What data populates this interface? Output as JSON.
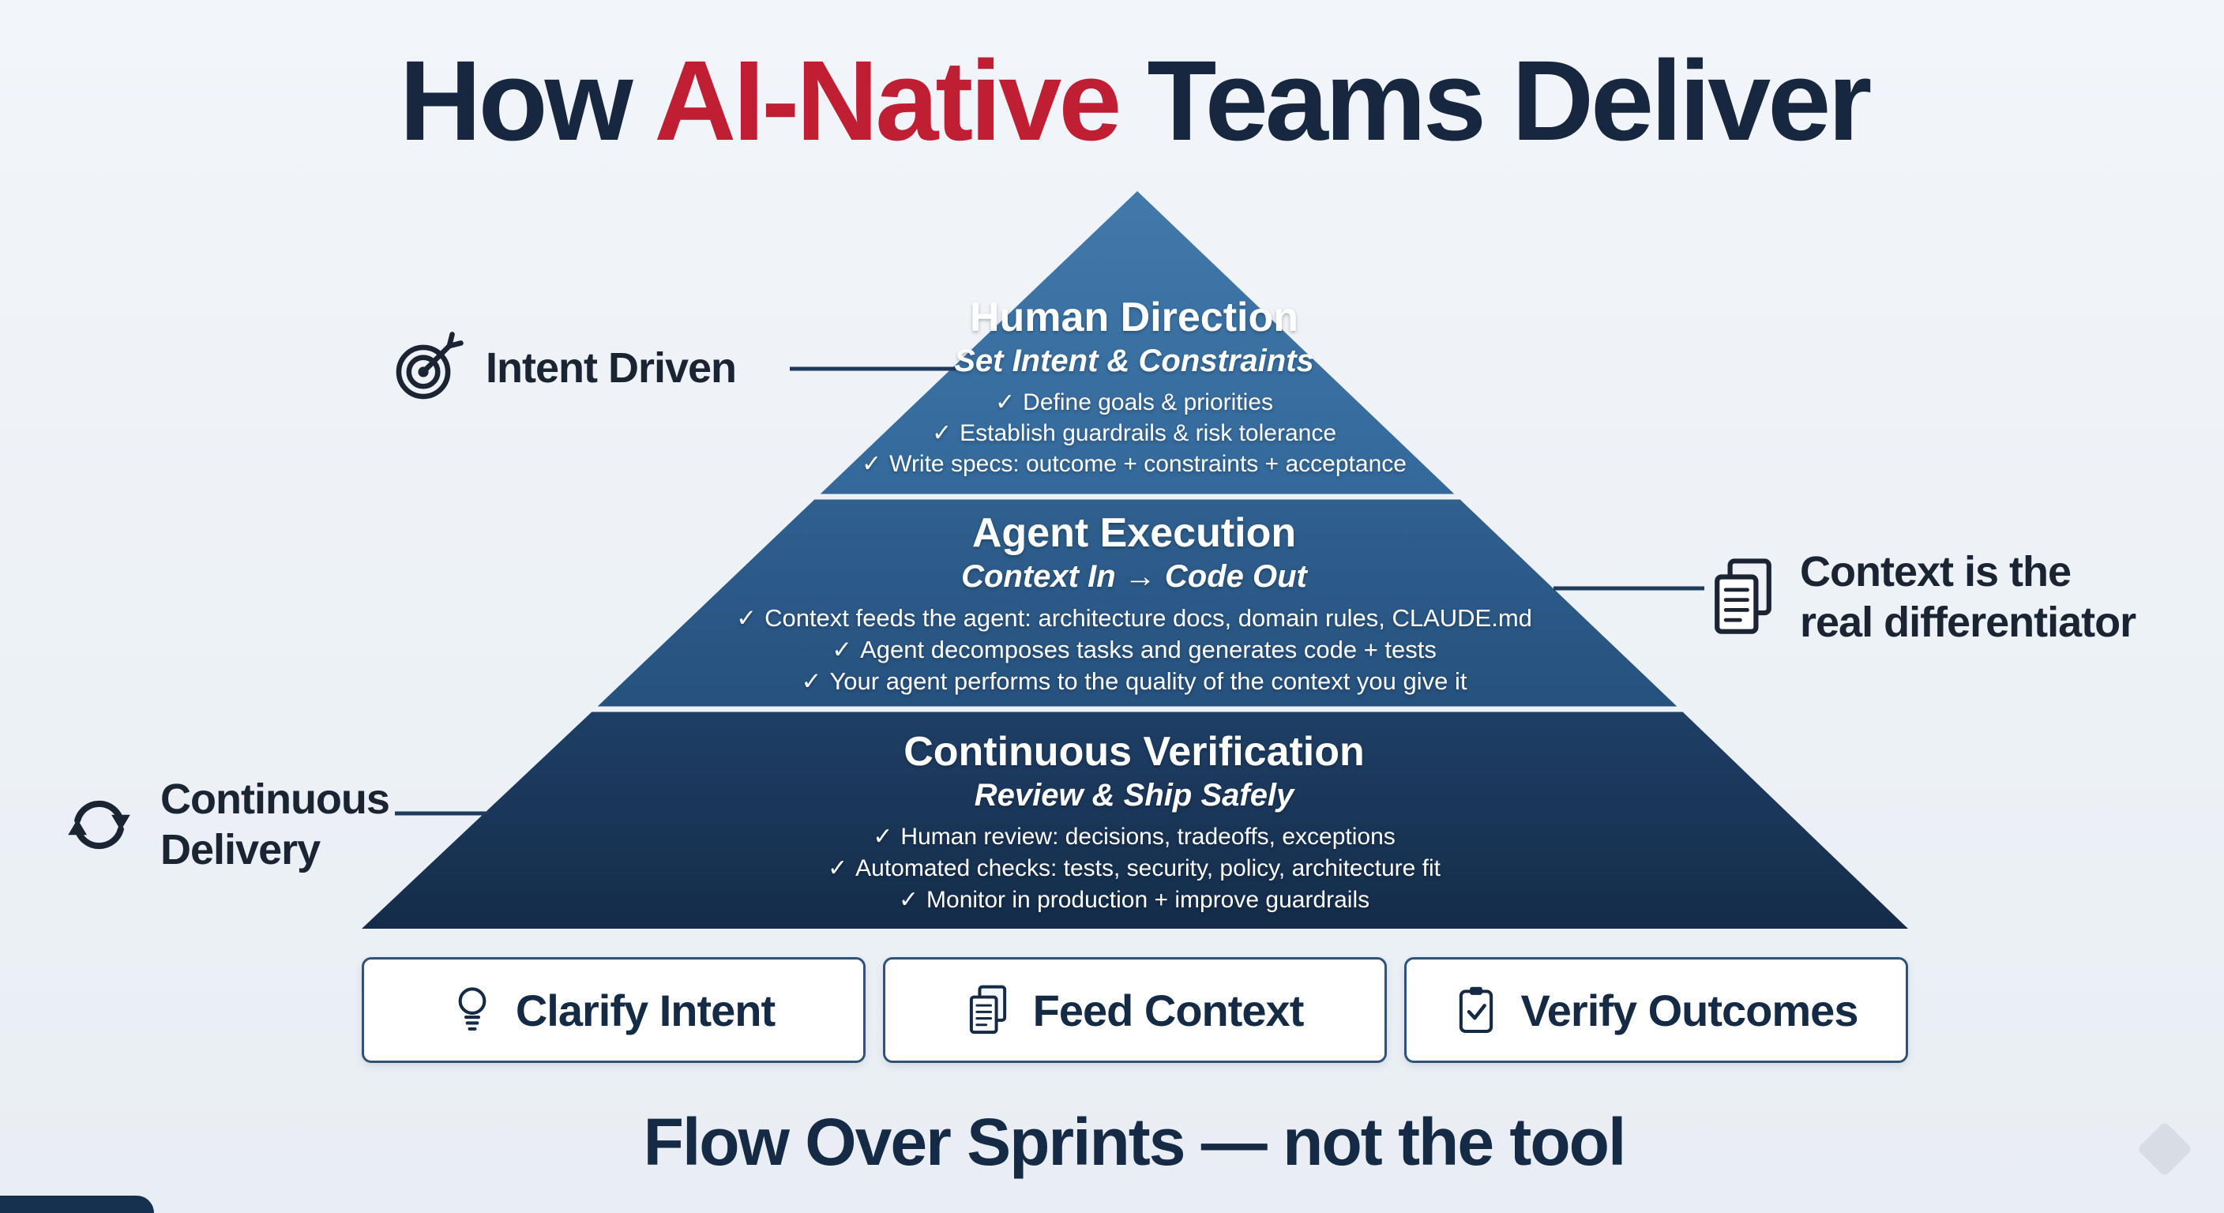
{
  "title": {
    "prefix": "How ",
    "highlight": "AI-Native",
    "suffix": " Teams Deliver"
  },
  "glyphs": {
    "check": "✓"
  },
  "colors": {
    "accent_red": "#c01f33",
    "navy_text": "#16273f",
    "layer_top": "#3a70a2",
    "layer_middle": "#2b5a88",
    "layer_bottom": "#1b3a5e",
    "background": "#eef2f7",
    "card_border": "#2f5278"
  },
  "pyramid": {
    "layers": [
      {
        "name": "Human Direction",
        "subtitle": "Set Intent & Constraints",
        "items": [
          "Define goals & priorities",
          "Establish guardrails & risk tolerance",
          "Write specs: outcome + constraints + acceptance"
        ]
      },
      {
        "name": "Agent Execution",
        "subtitle": "Context In → Code Out",
        "items": [
          "Context feeds the agent: architecture docs, domain rules, CLAUDE.md",
          "Agent decomposes tasks and generates code + tests",
          "Your agent performs to the quality of the context you give it"
        ]
      },
      {
        "name": "Continuous Verification",
        "subtitle": "Review & Ship Safely",
        "items": [
          "Human review: decisions, tradeoffs, exceptions",
          "Automated checks: tests, security, policy, architecture fit",
          "Monitor in production + improve guardrails"
        ]
      }
    ]
  },
  "callouts": [
    {
      "icon": "target-icon",
      "label": "Intent Driven"
    },
    {
      "icon": "documents-icon",
      "label_lines": [
        "Context is the",
        "real differentiator"
      ]
    },
    {
      "icon": "cycle-arrows-icon",
      "label_lines": [
        "Continuous",
        "Delivery"
      ]
    }
  ],
  "cards": [
    {
      "icon": "lightbulb-icon",
      "label": "Clarify Intent"
    },
    {
      "icon": "document-icon",
      "label": "Feed Context"
    },
    {
      "icon": "clipboard-check-icon",
      "label": "Verify Outcomes"
    }
  ],
  "tagline": "Flow Over Sprints — not the tool"
}
